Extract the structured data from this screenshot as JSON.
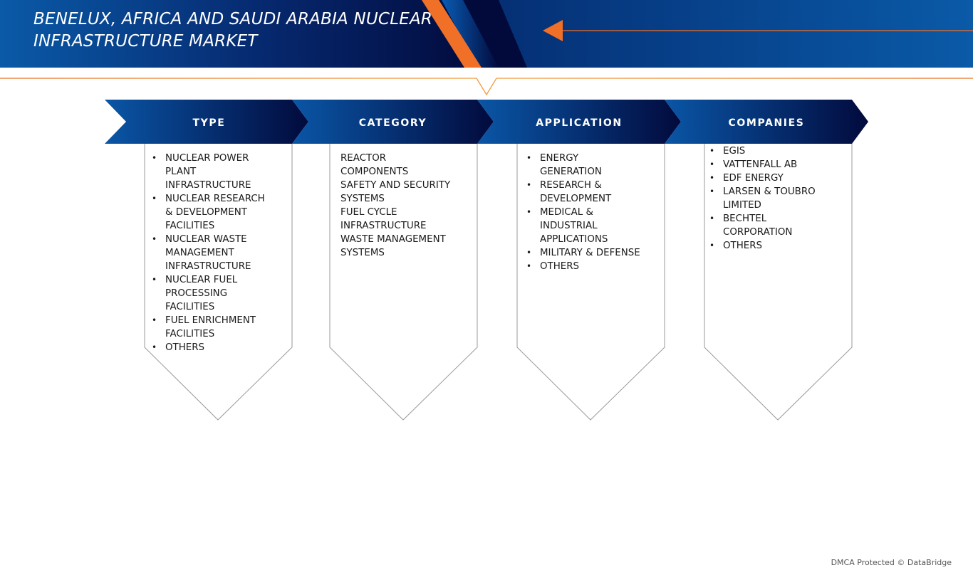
{
  "header": {
    "title_line_1": "BENELUX, AFRICA AND SAUDI ARABIA NUCLEAR",
    "title_line_2": "INFRASTRUCTURE MARKET"
  },
  "colors": {
    "navy_dark": "#020a3c",
    "blue_bright": "#0a5aa8",
    "orange_accent": "#f07028",
    "outline_gray": "#9a9a9a",
    "text_dark": "#1a1a1a"
  },
  "segments": [
    {
      "label": "TYPE",
      "bulleted": true,
      "items": [
        [
          "NUCLEAR POWER",
          "PLANT",
          "INFRASTRUCTURE"
        ],
        [
          "NUCLEAR RESEARCH",
          "& DEVELOPMENT",
          "FACILITIES"
        ],
        [
          "NUCLEAR WASTE",
          "MANAGEMENT",
          "INFRASTRUCTURE"
        ],
        [
          "NUCLEAR FUEL",
          "PROCESSING",
          "FACILITIES"
        ],
        [
          "FUEL ENRICHMENT",
          "FACILITIES"
        ],
        [
          "OTHERS"
        ]
      ]
    },
    {
      "label": "CATEGORY",
      "bulleted": false,
      "items": [
        [
          "REACTOR",
          "COMPONENTS"
        ],
        [
          "SAFETY AND SECURITY",
          "SYSTEMS"
        ],
        [
          "FUEL CYCLE",
          "INFRASTRUCTURE"
        ],
        [
          "WASTE MANAGEMENT",
          "SYSTEMS"
        ]
      ]
    },
    {
      "label": "APPLICATION",
      "bulleted": true,
      "items": [
        [
          "ENERGY",
          "GENERATION"
        ],
        [
          "RESEARCH &",
          "DEVELOPMENT"
        ],
        [
          "MEDICAL &",
          "INDUSTRIAL",
          "APPLICATIONS"
        ],
        [
          "MILITARY & DEFENSE"
        ],
        [
          "OTHERS"
        ]
      ]
    },
    {
      "label": "COMPANIES",
      "bulleted": true,
      "items": [
        [
          "EGIS"
        ],
        [
          "VATTENFALL AB"
        ],
        [
          "EDF ENERGY"
        ],
        [
          "LARSEN & TOUBRO",
          "LIMITED"
        ],
        [
          "BECHTEL",
          "CORPORATION"
        ],
        [
          "OTHERS"
        ]
      ]
    }
  ],
  "footer": {
    "text": "DMCA Protected © DataBridge"
  }
}
